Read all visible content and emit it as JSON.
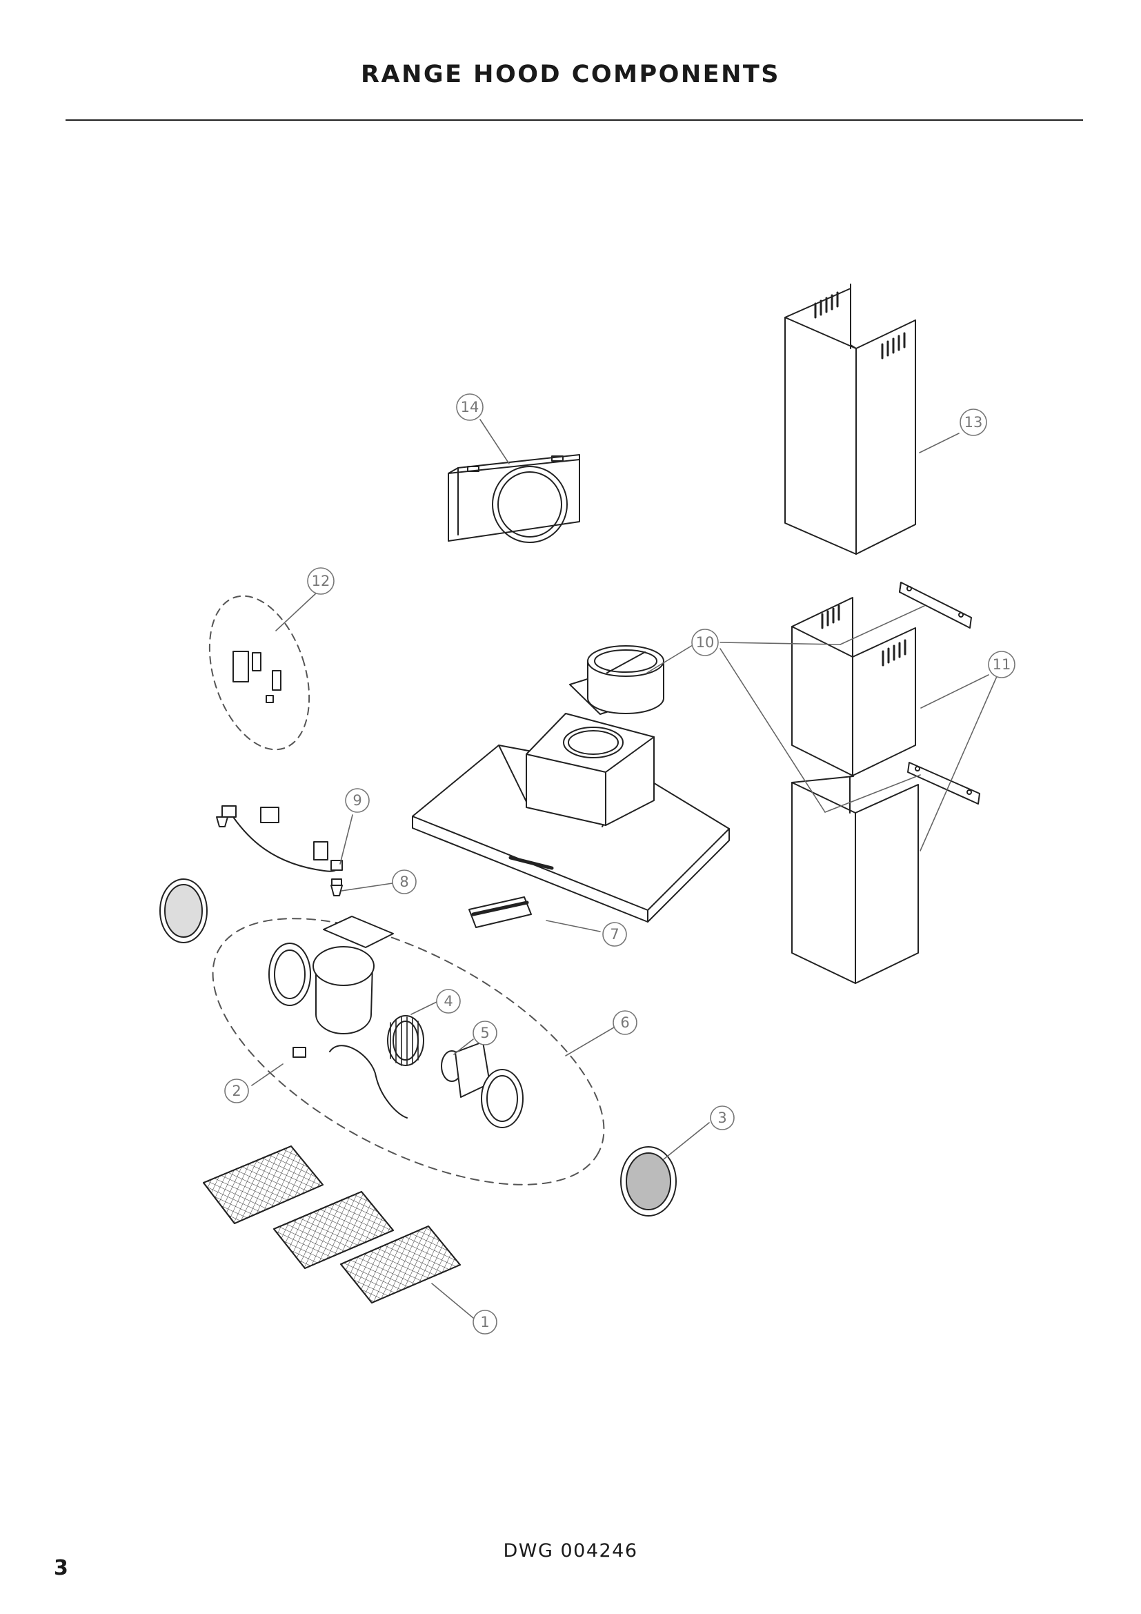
{
  "header": {
    "title": "RANGE HOOD COMPONENTS"
  },
  "footer": {
    "drawing_number": "DWG 004246",
    "page_number": "3"
  },
  "callouts": [
    {
      "number": "1",
      "part": "grease-filters"
    },
    {
      "number": "2",
      "part": "motor-fuse"
    },
    {
      "number": "3",
      "part": "charcoal-filter"
    },
    {
      "number": "4",
      "part": "fan-wheel"
    },
    {
      "number": "5",
      "part": "fan-motor"
    },
    {
      "number": "6",
      "part": "blower-assembly"
    },
    {
      "number": "7",
      "part": "control-panel"
    },
    {
      "number": "8",
      "part": "halogen-lamp"
    },
    {
      "number": "9",
      "part": "lamp-wiring"
    },
    {
      "number": "10",
      "part": "duct-collar-and-brackets"
    },
    {
      "number": "11",
      "part": "flue-covers"
    },
    {
      "number": "12",
      "part": "mounting-brackets"
    },
    {
      "number": "13",
      "part": "upper-flue-cover"
    },
    {
      "number": "14",
      "part": "duct-adapter"
    }
  ]
}
